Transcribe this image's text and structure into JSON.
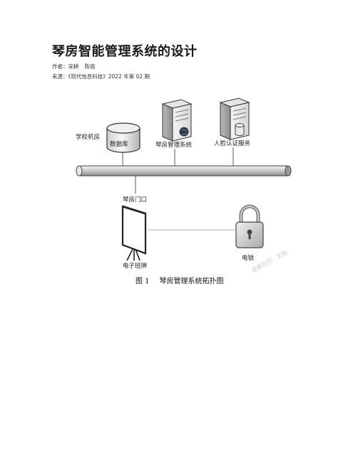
{
  "article": {
    "title": "琴房智能管理系统的设计",
    "authors_label": "作者：",
    "authors": [
      "宋耕",
      "陈倩"
    ],
    "source_label": "来源：",
    "source": "《现代信息科技》2022 年第 02 期"
  },
  "figure": {
    "labels": {
      "school_room": "学校机房",
      "database": "数据库",
      "piano_server": "琴房管理系统",
      "face_server": "人脸认证服务",
      "door": "琴房门口",
      "class_board": "电子班牌",
      "lock": "电锁"
    },
    "caption_number": "图 1",
    "caption_text": "琴房管理系统拓扑图"
  },
  "watermark": "道客巴巴 · 文档"
}
